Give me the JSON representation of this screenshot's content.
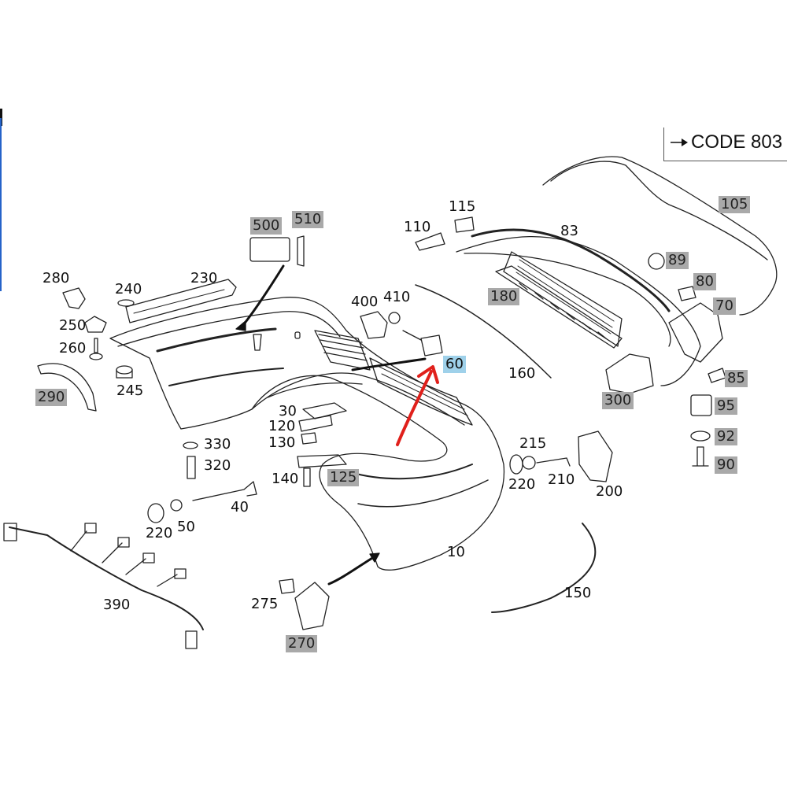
{
  "code_label": "CODE 803",
  "highlight_colors": {
    "gray": "#a9a9a9",
    "blue": "#9fd1ea",
    "arrow_red": "#e0201b"
  },
  "parts": [
    {
      "id": "p500",
      "text": "500",
      "style": "gray"
    },
    {
      "id": "p510",
      "text": "510",
      "style": "gray"
    },
    {
      "id": "p115",
      "text": "115",
      "style": "plain"
    },
    {
      "id": "p110",
      "text": "110",
      "style": "plain"
    },
    {
      "id": "p83",
      "text": "83",
      "style": "plain"
    },
    {
      "id": "p105",
      "text": "105",
      "style": "gray"
    },
    {
      "id": "p89",
      "text": "89",
      "style": "gray"
    },
    {
      "id": "p80",
      "text": "80",
      "style": "gray"
    },
    {
      "id": "p70",
      "text": "70",
      "style": "gray"
    },
    {
      "id": "p280",
      "text": "280",
      "style": "plain"
    },
    {
      "id": "p240",
      "text": "240",
      "style": "plain"
    },
    {
      "id": "p230",
      "text": "230",
      "style": "plain"
    },
    {
      "id": "p250",
      "text": "250",
      "style": "plain"
    },
    {
      "id": "p260",
      "text": "260",
      "style": "plain"
    },
    {
      "id": "p245",
      "text": "245",
      "style": "plain"
    },
    {
      "id": "p290",
      "text": "290",
      "style": "gray"
    },
    {
      "id": "p400",
      "text": "400",
      "style": "plain"
    },
    {
      "id": "p410",
      "text": "410",
      "style": "plain"
    },
    {
      "id": "p60",
      "text": "60",
      "style": "blue"
    },
    {
      "id": "p180",
      "text": "180",
      "style": "gray"
    },
    {
      "id": "p160",
      "text": "160",
      "style": "plain"
    },
    {
      "id": "p300",
      "text": "300",
      "style": "gray"
    },
    {
      "id": "p85",
      "text": "85",
      "style": "gray"
    },
    {
      "id": "p95",
      "text": "95",
      "style": "gray"
    },
    {
      "id": "p92",
      "text": "92",
      "style": "gray"
    },
    {
      "id": "p90",
      "text": "90",
      "style": "gray"
    },
    {
      "id": "p30",
      "text": "30",
      "style": "plain"
    },
    {
      "id": "p120",
      "text": "120",
      "style": "plain"
    },
    {
      "id": "p130",
      "text": "130",
      "style": "plain"
    },
    {
      "id": "p125",
      "text": "125",
      "style": "gray"
    },
    {
      "id": "p140",
      "text": "140",
      "style": "plain"
    },
    {
      "id": "p330",
      "text": "330",
      "style": "plain"
    },
    {
      "id": "p320",
      "text": "320",
      "style": "plain"
    },
    {
      "id": "p40",
      "text": "40",
      "style": "plain"
    },
    {
      "id": "p220a",
      "text": "220",
      "style": "plain"
    },
    {
      "id": "p50",
      "text": "50",
      "style": "plain"
    },
    {
      "id": "p215",
      "text": "215",
      "style": "plain"
    },
    {
      "id": "p220b",
      "text": "220",
      "style": "plain"
    },
    {
      "id": "p210",
      "text": "210",
      "style": "plain"
    },
    {
      "id": "p200",
      "text": "200",
      "style": "plain"
    },
    {
      "id": "p390",
      "text": "390",
      "style": "plain"
    },
    {
      "id": "p10",
      "text": "10",
      "style": "plain"
    },
    {
      "id": "p275",
      "text": "275",
      "style": "plain"
    },
    {
      "id": "p270",
      "text": "270",
      "style": "gray"
    },
    {
      "id": "p150",
      "text": "150",
      "style": "plain"
    }
  ]
}
